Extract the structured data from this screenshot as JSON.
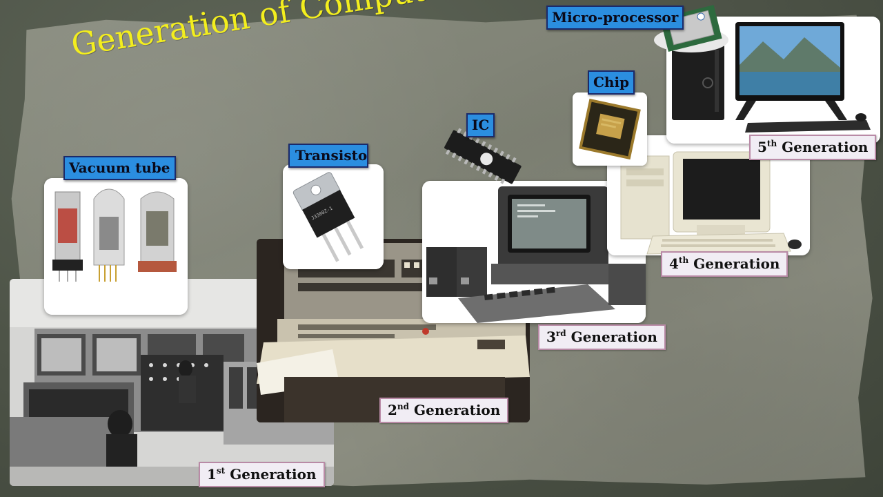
{
  "title": "Generation of Computers",
  "components": {
    "vacuum_tube": "Vacuum tube",
    "transistor": "Transistor",
    "ic": "IC",
    "chip": "Chip",
    "microprocessor": "Micro-processor"
  },
  "transistor_marking": "J3300Z-1",
  "generations": [
    {
      "num": "1",
      "sup": "st",
      "label": "Generation"
    },
    {
      "num": "2",
      "sup": "nd",
      "label": "Generation"
    },
    {
      "num": "3",
      "sup": "rd",
      "label": "Generation"
    },
    {
      "num": "4",
      "sup": "th",
      "label": "Generation"
    },
    {
      "num": "5",
      "sup": "th",
      "label": "Generation"
    }
  ],
  "icons": [
    "vacuum-tubes-photo",
    "transistor-photo",
    "ic-chip-photo",
    "cpu-chip-photo",
    "microprocessor-photo",
    "eniac-photo",
    "mainframe-console-photo",
    "trs80-computer-photo",
    "desktop-pc-photo",
    "dell-all-in-one-photo"
  ],
  "colors": {
    "title": "#f3ee1e",
    "component_tag": "#2b8ee0",
    "generation_tag_bg": "#f1edf4",
    "generation_tag_border": "#b98aa6"
  }
}
